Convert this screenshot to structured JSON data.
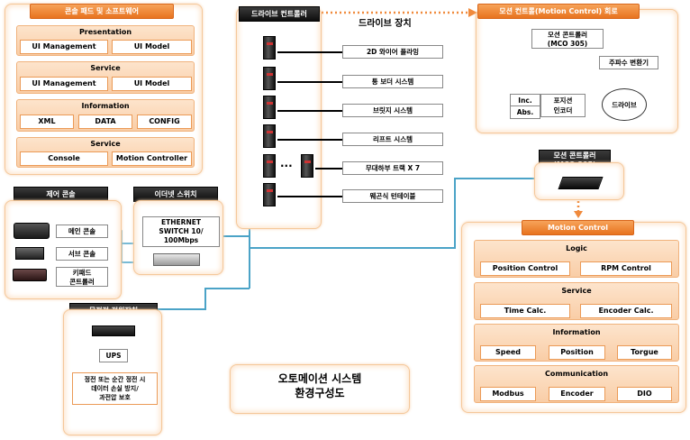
{
  "console_hw": {
    "title": "콘솔 패드 및 소프트웨어",
    "sections": [
      {
        "title": "Presentation",
        "items": [
          "UI Management",
          "UI Model"
        ]
      },
      {
        "title": "Service",
        "items": [
          "UI Management",
          "UI Model"
        ]
      },
      {
        "title": "Information",
        "items": [
          "XML",
          "DATA",
          "CONFIG"
        ]
      },
      {
        "title": "Service",
        "items": [
          "Console",
          "Motion Controller"
        ]
      }
    ]
  },
  "drive_controller": {
    "title": "드라이브 컨트롤러",
    "device_label": "드라이브 장치",
    "ellipsis": "...",
    "devices": [
      "2D 와이어 플라잉",
      "통 보더 시스템",
      "브릿지 시스템",
      "리프트 시스템",
      "무대하부 트랙 X 7",
      "웨곤식 턴테이블"
    ]
  },
  "motion_circuit": {
    "title": "모션 컨트롤(Motion Control) 회로",
    "controller": "모션 콘트롤러\n(MCO 305)",
    "freq": "주파수 변환기",
    "drive": "드라이브",
    "inc": "Inc.",
    "abs": "Abs.",
    "encoder": "포지션\n인코더"
  },
  "control_console": {
    "title": "제어 콘솔",
    "items": [
      "메인 콘솔",
      "서브 콘솔",
      "키패드\n콘트롤러"
    ]
  },
  "ethernet": {
    "title": "이더넷 스위치",
    "label": "ETHERNET\nSWITCH 10/\n100Mbps"
  },
  "ups": {
    "title": "무정전 전원장치",
    "label": "UPS",
    "desc": "정전 또는 순간 정전 시\n데이터 손실 방지/\n과전압 보호"
  },
  "system_title": "오토메이션 시스템\n환경구성도",
  "mco": {
    "title": "모션 콘트롤러\n(MCO 305)"
  },
  "motion_control": {
    "title": "Motion Control",
    "sections": [
      {
        "title": "Logic",
        "items": [
          "Position Control",
          "RPM Control"
        ]
      },
      {
        "title": "Service",
        "items": [
          "Time Calc.",
          "Encoder Calc."
        ]
      },
      {
        "title": "Information",
        "items": [
          "Speed",
          "Position",
          "Torgue"
        ]
      },
      {
        "title": "Communication",
        "items": [
          "Modbus",
          "Encoder",
          "DIO"
        ]
      }
    ]
  }
}
